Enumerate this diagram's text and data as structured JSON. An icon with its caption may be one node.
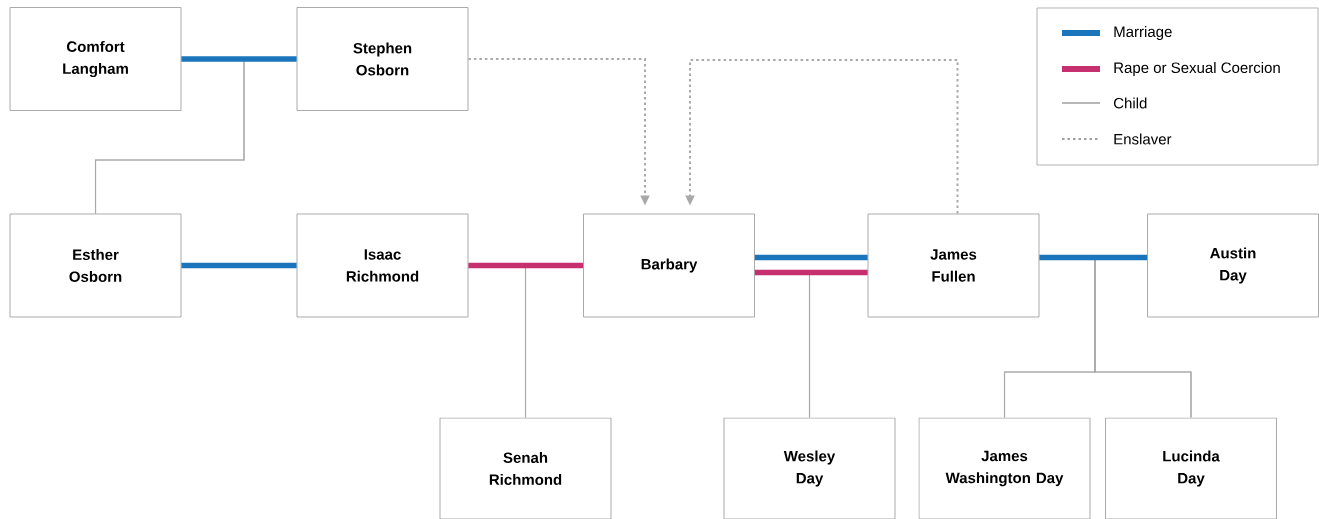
{
  "diagram": {
    "nodes": [
      {
        "text": [
          "Comfort Langham"
        ]
      },
      {
        "text": [
          "Stephen Osborn"
        ]
      },
      {
        "text": [
          "Esther Osborn"
        ]
      },
      {
        "text": [
          "Isaac Richmond"
        ]
      },
      {
        "text": [
          "Barbary"
        ]
      },
      {
        "text": [
          "James Fullen"
        ]
      },
      {
        "text": [
          "Austin Day"
        ]
      },
      {
        "text": [
          "Senah Richmond"
        ]
      },
      {
        "text": [
          "Wesley Day"
        ]
      },
      {
        "text": [
          "James Washington Day"
        ]
      },
      {
        "text": [
          "Lucinda Day"
        ]
      }
    ],
    "edges": [
      {
        "from": 0,
        "to": 1,
        "arrow": "none",
        "style": "thick",
        "color": "#1b75bc"
      },
      {
        "from": 2,
        "to": 3,
        "arrow": "none",
        "style": "thick",
        "color": "#1b75bc"
      },
      {
        "from": 3,
        "to": 4,
        "arrow": "none",
        "style": "thick",
        "color": "#c7306f"
      },
      {
        "from": 4,
        "to": 5,
        "arrow": "none",
        "style": "thick",
        "color": "#1b75bc"
      },
      {
        "from": 4,
        "to": 5,
        "arrow": "none",
        "style": "thick",
        "color": "#c7306f"
      },
      {
        "from": 5,
        "to": 6,
        "arrow": "none",
        "style": "thick",
        "color": "#1b75bc"
      },
      {
        "from": 0,
        "to": 2,
        "arrow": "none"
      },
      {
        "from": 1,
        "to": 2,
        "arrow": "none"
      },
      {
        "from": 3,
        "to": 7,
        "arrow": "none"
      },
      {
        "from": 4,
        "to": 7,
        "arrow": "none"
      },
      {
        "from": 4,
        "to": 8,
        "arrow": "none"
      },
      {
        "from": 5,
        "to": 8,
        "arrow": "none"
      },
      {
        "from": 5,
        "to": 9,
        "arrow": "none"
      },
      {
        "from": 6,
        "to": 9,
        "arrow": "none"
      },
      {
        "from": 5,
        "to": 10,
        "arrow": "none"
      },
      {
        "from": 6,
        "to": 10,
        "arrow": "none"
      },
      {
        "from": 1,
        "to": 4,
        "arrow": "to",
        "style": "dashed"
      },
      {
        "from": 5,
        "to": 4,
        "arrow": "to",
        "style": "dashed"
      }
    ],
    "legend": [
      {
        "text": "Marriage",
        "color": "#1b75bc"
      },
      {
        "text": "Rape or Sexual Coercion",
        "color": "#c7306f"
      },
      {
        "text": "Child"
      },
      {
        "text": "Enslaver"
      }
    ]
  }
}
